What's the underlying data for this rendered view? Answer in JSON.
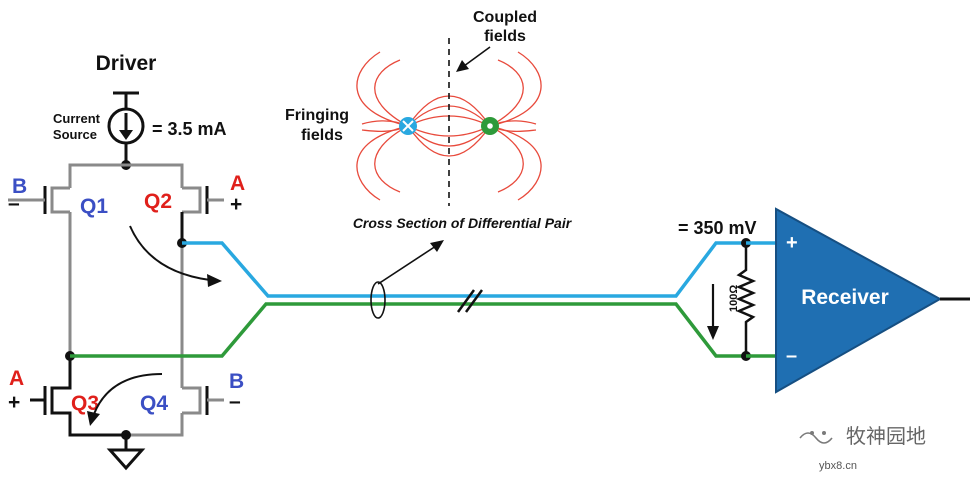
{
  "labels": {
    "driver": "Driver",
    "current_source_line1": "Current",
    "current_source_line2": "Source",
    "current_value": "= 3.5 mA",
    "coupled_line1": "Coupled",
    "coupled_line2": "fields",
    "fringing_line1": "Fringing",
    "fringing_line2": "fields",
    "cross_section": "Cross Section of Differential Pair",
    "voltage": "= 350 mV",
    "resistor": "100Ω",
    "receiver": "Receiver",
    "plus": "+",
    "minus": "–"
  },
  "transistors": {
    "q1": "Q1",
    "q2": "Q2",
    "q3": "Q3",
    "q4": "Q4"
  },
  "gate_inputs": {
    "q1_letter": "B",
    "q1_sign": "–",
    "q2_letter": "A",
    "q2_sign": "+",
    "q3_letter": "A",
    "q3_sign": "+",
    "q4_letter": "B",
    "q4_sign": "–"
  },
  "watermark": {
    "name": "牧神园地",
    "url": "ybx8.cn"
  },
  "colors": {
    "blue_trace": "#29a8e0",
    "green_trace": "#2e9a3a",
    "receiver_fill": "#1f6fb2",
    "letter_red": "#e0201b",
    "letter_blue": "#3b4fc4",
    "wire_gray": "#8a8a8a",
    "field_red": "#e84a3c"
  }
}
